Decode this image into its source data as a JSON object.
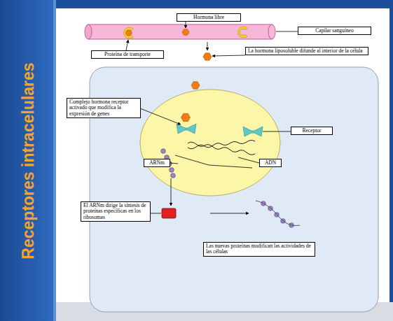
{
  "diagram": {
    "title": "Receptores intracelulares",
    "nodes": [
      {
        "text": [
          "Hormona libre"
        ]
      },
      {
        "text": [
          "Capilar sanguíneo"
        ]
      },
      {
        "text": [
          "Proteína de transporte"
        ]
      },
      {
        "text": [
          "La hormona liposoluble difunde al interior de la célula"
        ]
      },
      {
        "text": [
          "Complejo hormona receptor activado que modifica la expresión de genes"
        ]
      },
      {
        "text": [
          "Receptor"
        ]
      },
      {
        "text": [
          "ARNm"
        ]
      },
      {
        "text": [
          "ADN"
        ]
      },
      {
        "text": [
          "El ARNm dirige la síntesis de proteínas específicas en los ribosomas"
        ]
      },
      {
        "text": [
          "Las nuevas proteínas modifican las actividades de las células"
        ]
      }
    ]
  }
}
